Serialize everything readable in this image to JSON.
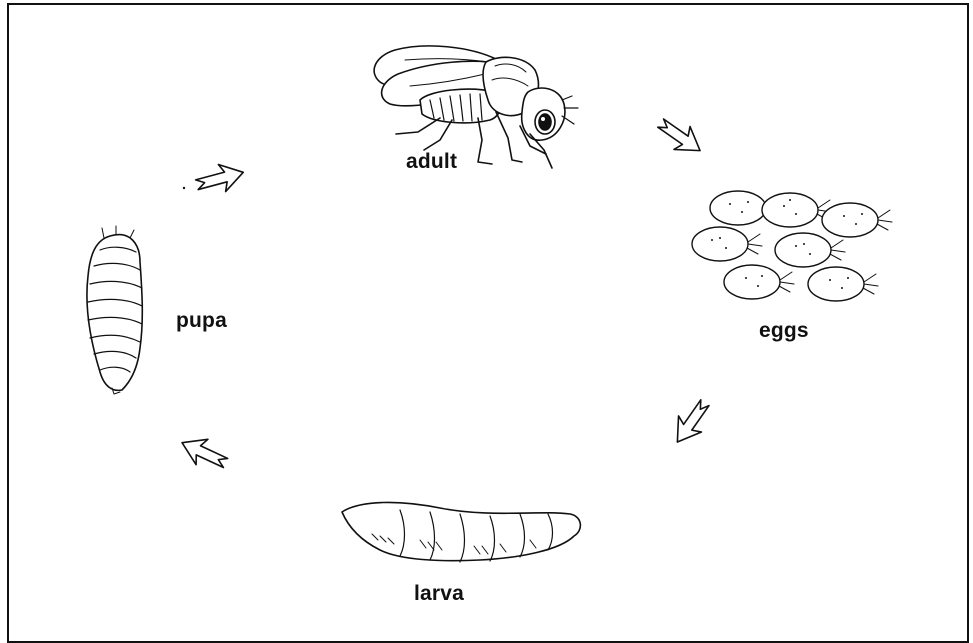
{
  "stages": {
    "adult": "adult",
    "eggs": "eggs",
    "larva": "larva",
    "pupa": "pupa"
  },
  "icons": [
    "fly-icon",
    "eggs-icon",
    "larva-icon",
    "pupa-icon",
    "arrow-icon"
  ],
  "colors": {
    "ink": "#111111",
    "background": "#ffffff"
  }
}
